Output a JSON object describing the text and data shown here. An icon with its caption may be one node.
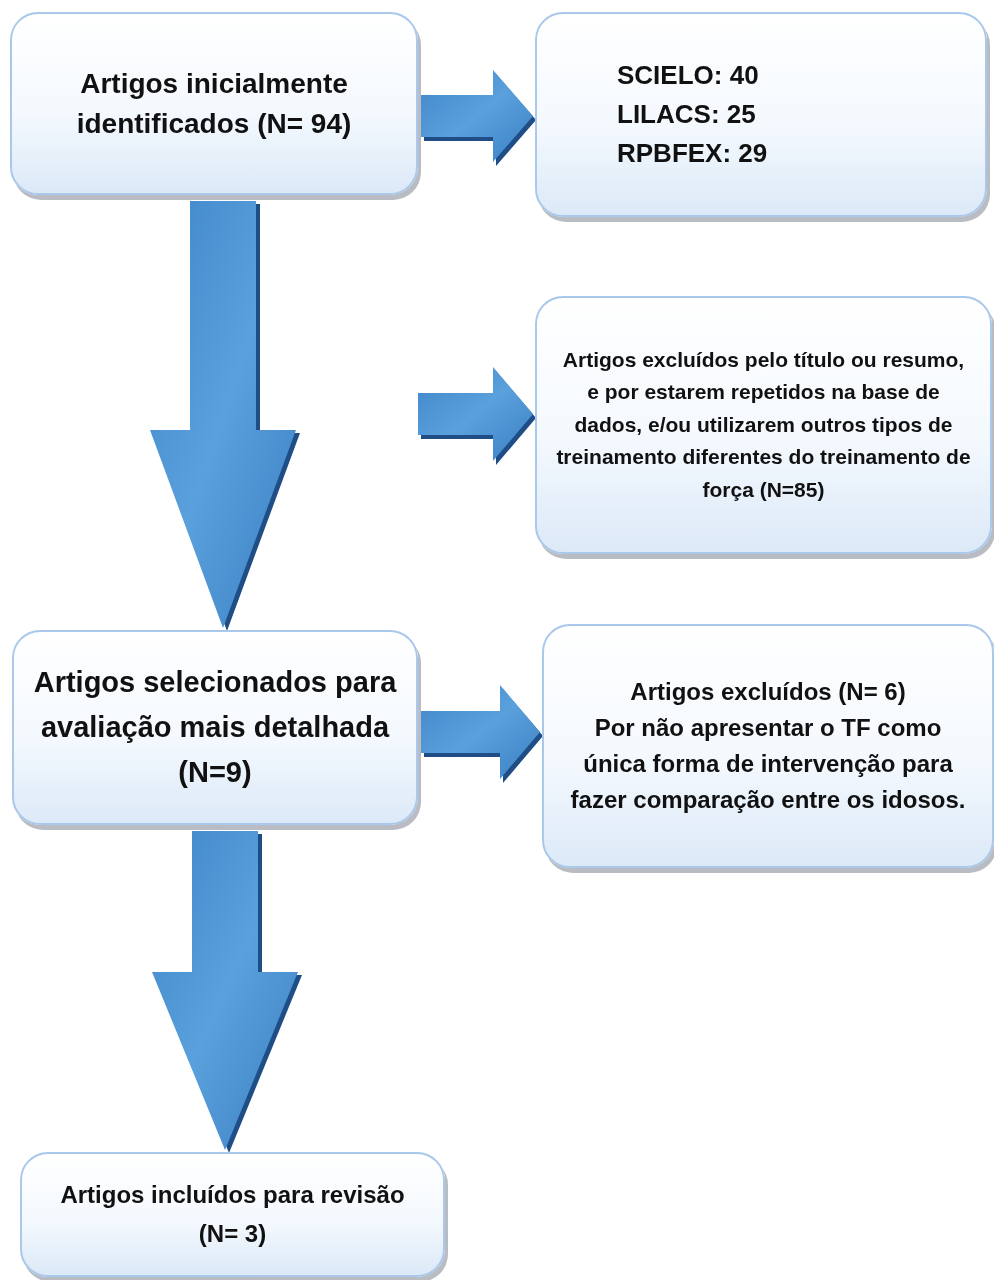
{
  "diagram": {
    "nodes": [
      {
        "text": [
          "Artigos inicialmente identificados (N= 94)"
        ]
      },
      {
        "text": [
          "SCIELO: 40",
          "LILACS: 25",
          "RPBFEX: 29"
        ]
      },
      {
        "text": [
          "Artigos excluídos pelo título ou resumo, e por estarem repetidos na base de dados, e/ou utilizarem outros tipos de treinamento diferentes do treinamento de força (N=85)"
        ]
      },
      {
        "text": [
          "Artigos selecionados para avaliação mais detalhada (N=9)"
        ]
      },
      {
        "text": [
          "Artigos excluídos (N= 6)",
          "Por não apresentar o TF como única forma de intervenção para fazer comparação entre os idosos."
        ]
      },
      {
        "text": [
          "Artigos incluídos para revisão (N= 3)"
        ]
      }
    ],
    "edges": [
      {
        "from": 0,
        "to": 1,
        "arrow": "to"
      },
      {
        "from": 0,
        "to": 3,
        "arrow": "to"
      },
      {
        "from": null,
        "to": 2,
        "arrow": "to"
      },
      {
        "from": 3,
        "to": 4,
        "arrow": "to"
      },
      {
        "from": 3,
        "to": 5,
        "arrow": "to"
      }
    ]
  }
}
